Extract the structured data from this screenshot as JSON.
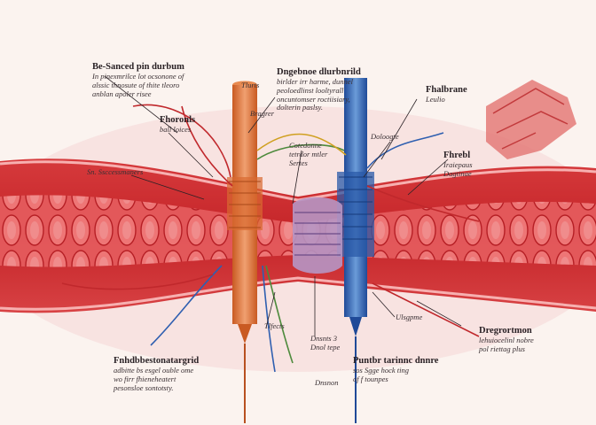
{
  "labels": {
    "top_left": {
      "title": "Be-Sanced pin durbum",
      "lines": [
        "In pinexmrilce lot ocsonone of",
        "alssic thnosute of thite tleoro",
        "anblan apoler risee"
      ]
    },
    "left_mid": {
      "title": "Fhoronls",
      "lines": [
        "ball loices"
      ]
    },
    "left_small": {
      "title": "",
      "lines": [
        "Sn. Ssccessmaners"
      ]
    },
    "center_top_tag": {
      "title": "",
      "lines": [
        "Tlurts"
      ]
    },
    "center_top_tag2": {
      "title": "",
      "lines": [
        "Bragrer"
      ]
    },
    "center_top": {
      "title": "Dngebnoe dlurbnrild",
      "lines": [
        "birlder irr harme, dunnel",
        "peoloedlinst looltyrall",
        "oncuntomser roctiisiary,",
        "dolterin paslsy."
      ]
    },
    "center_mid": {
      "title": "",
      "lines": [
        "Cotedonne",
        "tetrdor mtler",
        "Sertes"
      ]
    },
    "center_mid_small": {
      "title": "",
      "lines": [
        "Doloogte"
      ]
    },
    "right_top": {
      "title": "Fhalbrane",
      "lines": [
        "Leulio"
      ]
    },
    "right_mid": {
      "title": "Fhrebl",
      "lines": [
        "Iraiepaus",
        "Dagtinae"
      ]
    },
    "bottom_center_small": {
      "title": "",
      "lines": [
        "Tlfects"
      ]
    },
    "bottom_center_small2": {
      "title": "",
      "lines": [
        "Dnsnts 3",
        "Dnol tepe"
      ]
    },
    "bottom_center_small3": {
      "title": "",
      "lines": [
        "Dnsnon"
      ]
    },
    "bottom_center_right_small": {
      "title": "",
      "lines": [
        "Ulsgpme"
      ]
    },
    "bottom_left": {
      "title": "Fnhdbbestonatargrid",
      "lines": [
        "adbitte bs esgel ouble ome",
        "wo firr fhieneheatert",
        "pesonsloe sontotsty."
      ]
    },
    "bottom_center": {
      "title": "Puntbr tarinnc dnnre",
      "lines": [
        "sos Sgge hock ting",
        "of f tounpes"
      ]
    },
    "bottom_right": {
      "title": "Dregrortmon",
      "lines": [
        "lehuiocelinl nobre",
        "pol riettag plus"
      ]
    }
  },
  "colors": {
    "artery": "#c9272b",
    "artery_light": "#e86668",
    "vein": "#2f5fb0",
    "orange_vessel": "#e07a3c",
    "nerve_purple": "#8e6aa8",
    "ink": "#2a2226"
  }
}
